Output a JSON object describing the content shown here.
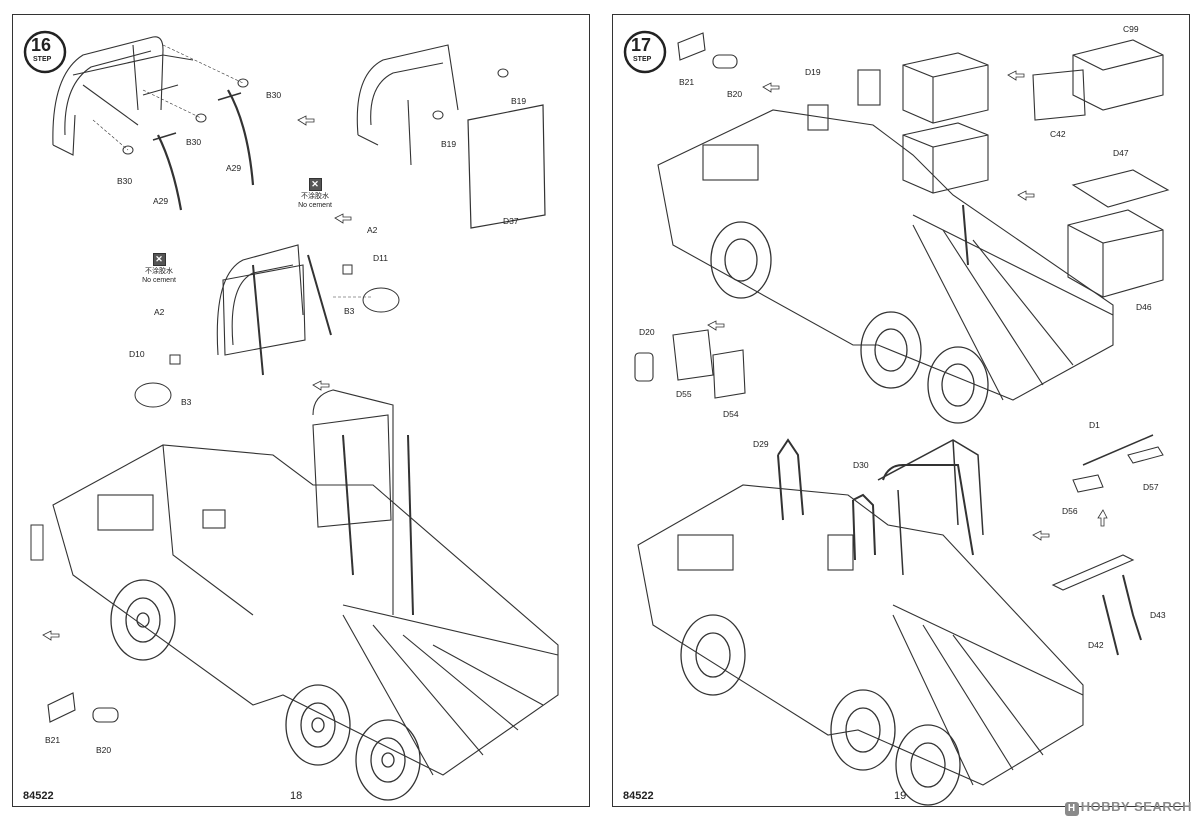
{
  "left_page": {
    "step": {
      "number": "16",
      "label": "STEP"
    },
    "no_cement": {
      "cn": "不涂胶水",
      "en": "No cement"
    },
    "parts": {
      "b30_a": "B30",
      "b30_b": "B30",
      "b30_c": "B30",
      "a29_a": "A29",
      "a29_b": "A29",
      "b19_a": "B19",
      "b19_b": "B19",
      "d37": "D37",
      "a2_a": "A2",
      "a2_b": "A2",
      "d11": "D11",
      "b3_a": "B3",
      "b3_b": "B3",
      "d10": "D10",
      "b21": "B21",
      "b20": "B20"
    },
    "kit_code": "84522",
    "page_number": "18"
  },
  "right_page": {
    "step": {
      "number": "17",
      "label": "STEP"
    },
    "parts": {
      "b21": "B21",
      "b20": "B20",
      "d19": "D19",
      "c99": "C99",
      "c42": "C42",
      "d47": "D47",
      "d46": "D46",
      "d20": "D20",
      "d55": "D55",
      "d54": "D54",
      "d29": "D29",
      "d30": "D30",
      "d1": "D1",
      "d57": "D57",
      "d56": "D56",
      "d42": "D42",
      "d43": "D43"
    },
    "kit_code": "84522",
    "page_number": "19"
  },
  "watermark": {
    "logo": "H",
    "text": "HOBBY SEARCH"
  }
}
